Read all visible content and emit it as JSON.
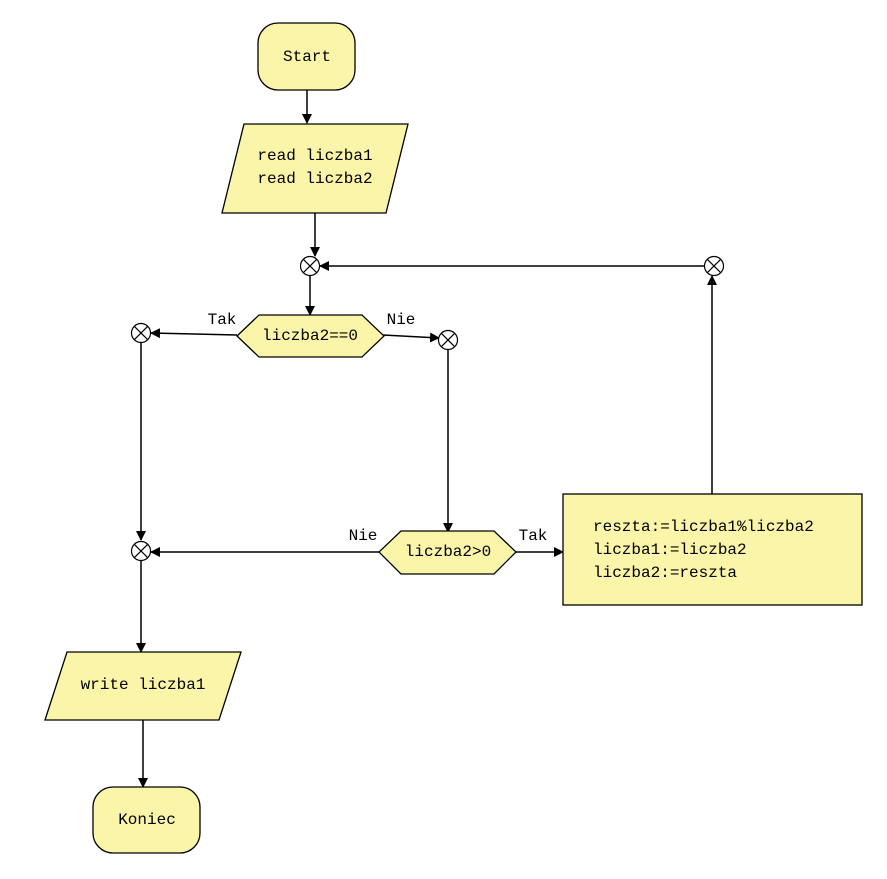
{
  "nodes": {
    "start": {
      "label": "Start"
    },
    "read": {
      "lines": [
        "read liczba1",
        "read liczba2"
      ]
    },
    "cond1": {
      "label": "liczba2==0"
    },
    "cond2": {
      "label": "liczba2>0"
    },
    "process": {
      "lines": [
        "reszta:=liczba1%liczba2",
        "liczba1:=liczba2",
        "liczba2:=reszta"
      ]
    },
    "write": {
      "label": "write liczba1"
    },
    "end": {
      "label": "Koniec"
    }
  },
  "edge_labels": {
    "cond1_yes": "Tak",
    "cond1_no": "Nie",
    "cond2_no": "Nie",
    "cond2_yes": "Tak"
  },
  "colors": {
    "node_fill": "#faf5a8",
    "stroke": "#000000",
    "background": "#ffffff"
  }
}
